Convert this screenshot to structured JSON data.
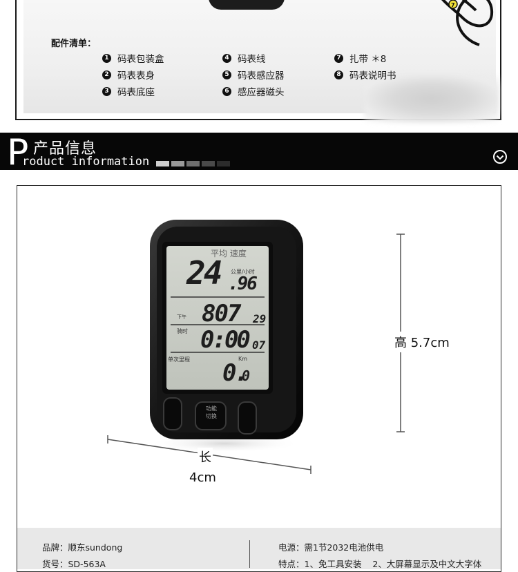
{
  "accessories": {
    "title": "配件清单：",
    "items": [
      {
        "num": "1",
        "label": "码表包装盒"
      },
      {
        "num": "2",
        "label": "码表表身"
      },
      {
        "num": "3",
        "label": "码表底座"
      },
      {
        "num": "4",
        "label": "码表线"
      },
      {
        "num": "5",
        "label": "码表感应器"
      },
      {
        "num": "6",
        "label": "感应器磁头"
      },
      {
        "num": "7",
        "label": "扎带 ＊8"
      },
      {
        "num": "8",
        "label": "码表说明书"
      }
    ]
  },
  "section": {
    "big_letter": "P",
    "title": "产品信息",
    "subtitle": "roduct information",
    "dash_colors": [
      "#cfcfcf",
      "#9a9a9a",
      "#6f6f6f",
      "#4a4a4a",
      "#2c2c2c"
    ]
  },
  "product": {
    "height_label": "高 5.7cm",
    "length_label": "长",
    "length_value": "4cm",
    "lcd": {
      "top_label": "平均 速度",
      "speed_main": "24",
      "speed_decimal": ".96",
      "speed_unit": "公里/小时",
      "row2_tag": "下午",
      "row2_main": "807",
      "row2_small": "29",
      "row3_tag": "骑时",
      "row3_main": "0:00",
      "row3_small": "07",
      "row4_tag": "单次里程",
      "row4_unit": "Km",
      "row4_main": "0.",
      "row4_small": "0"
    },
    "button_label_1": "功能",
    "button_label_2": "切换"
  },
  "specs": {
    "brand": "品牌：顺东sundong",
    "model": "货号：SD-563A",
    "power": "电源：需1节2032电池供电",
    "features": "特点：1、免工具安装    2、大屏幕显示及中文大字体"
  },
  "colors": {
    "frame": "#1a1a1a",
    "bar": "#070707",
    "lcd": "#c7cbc4",
    "spec_bg": "#e8e8e8"
  }
}
